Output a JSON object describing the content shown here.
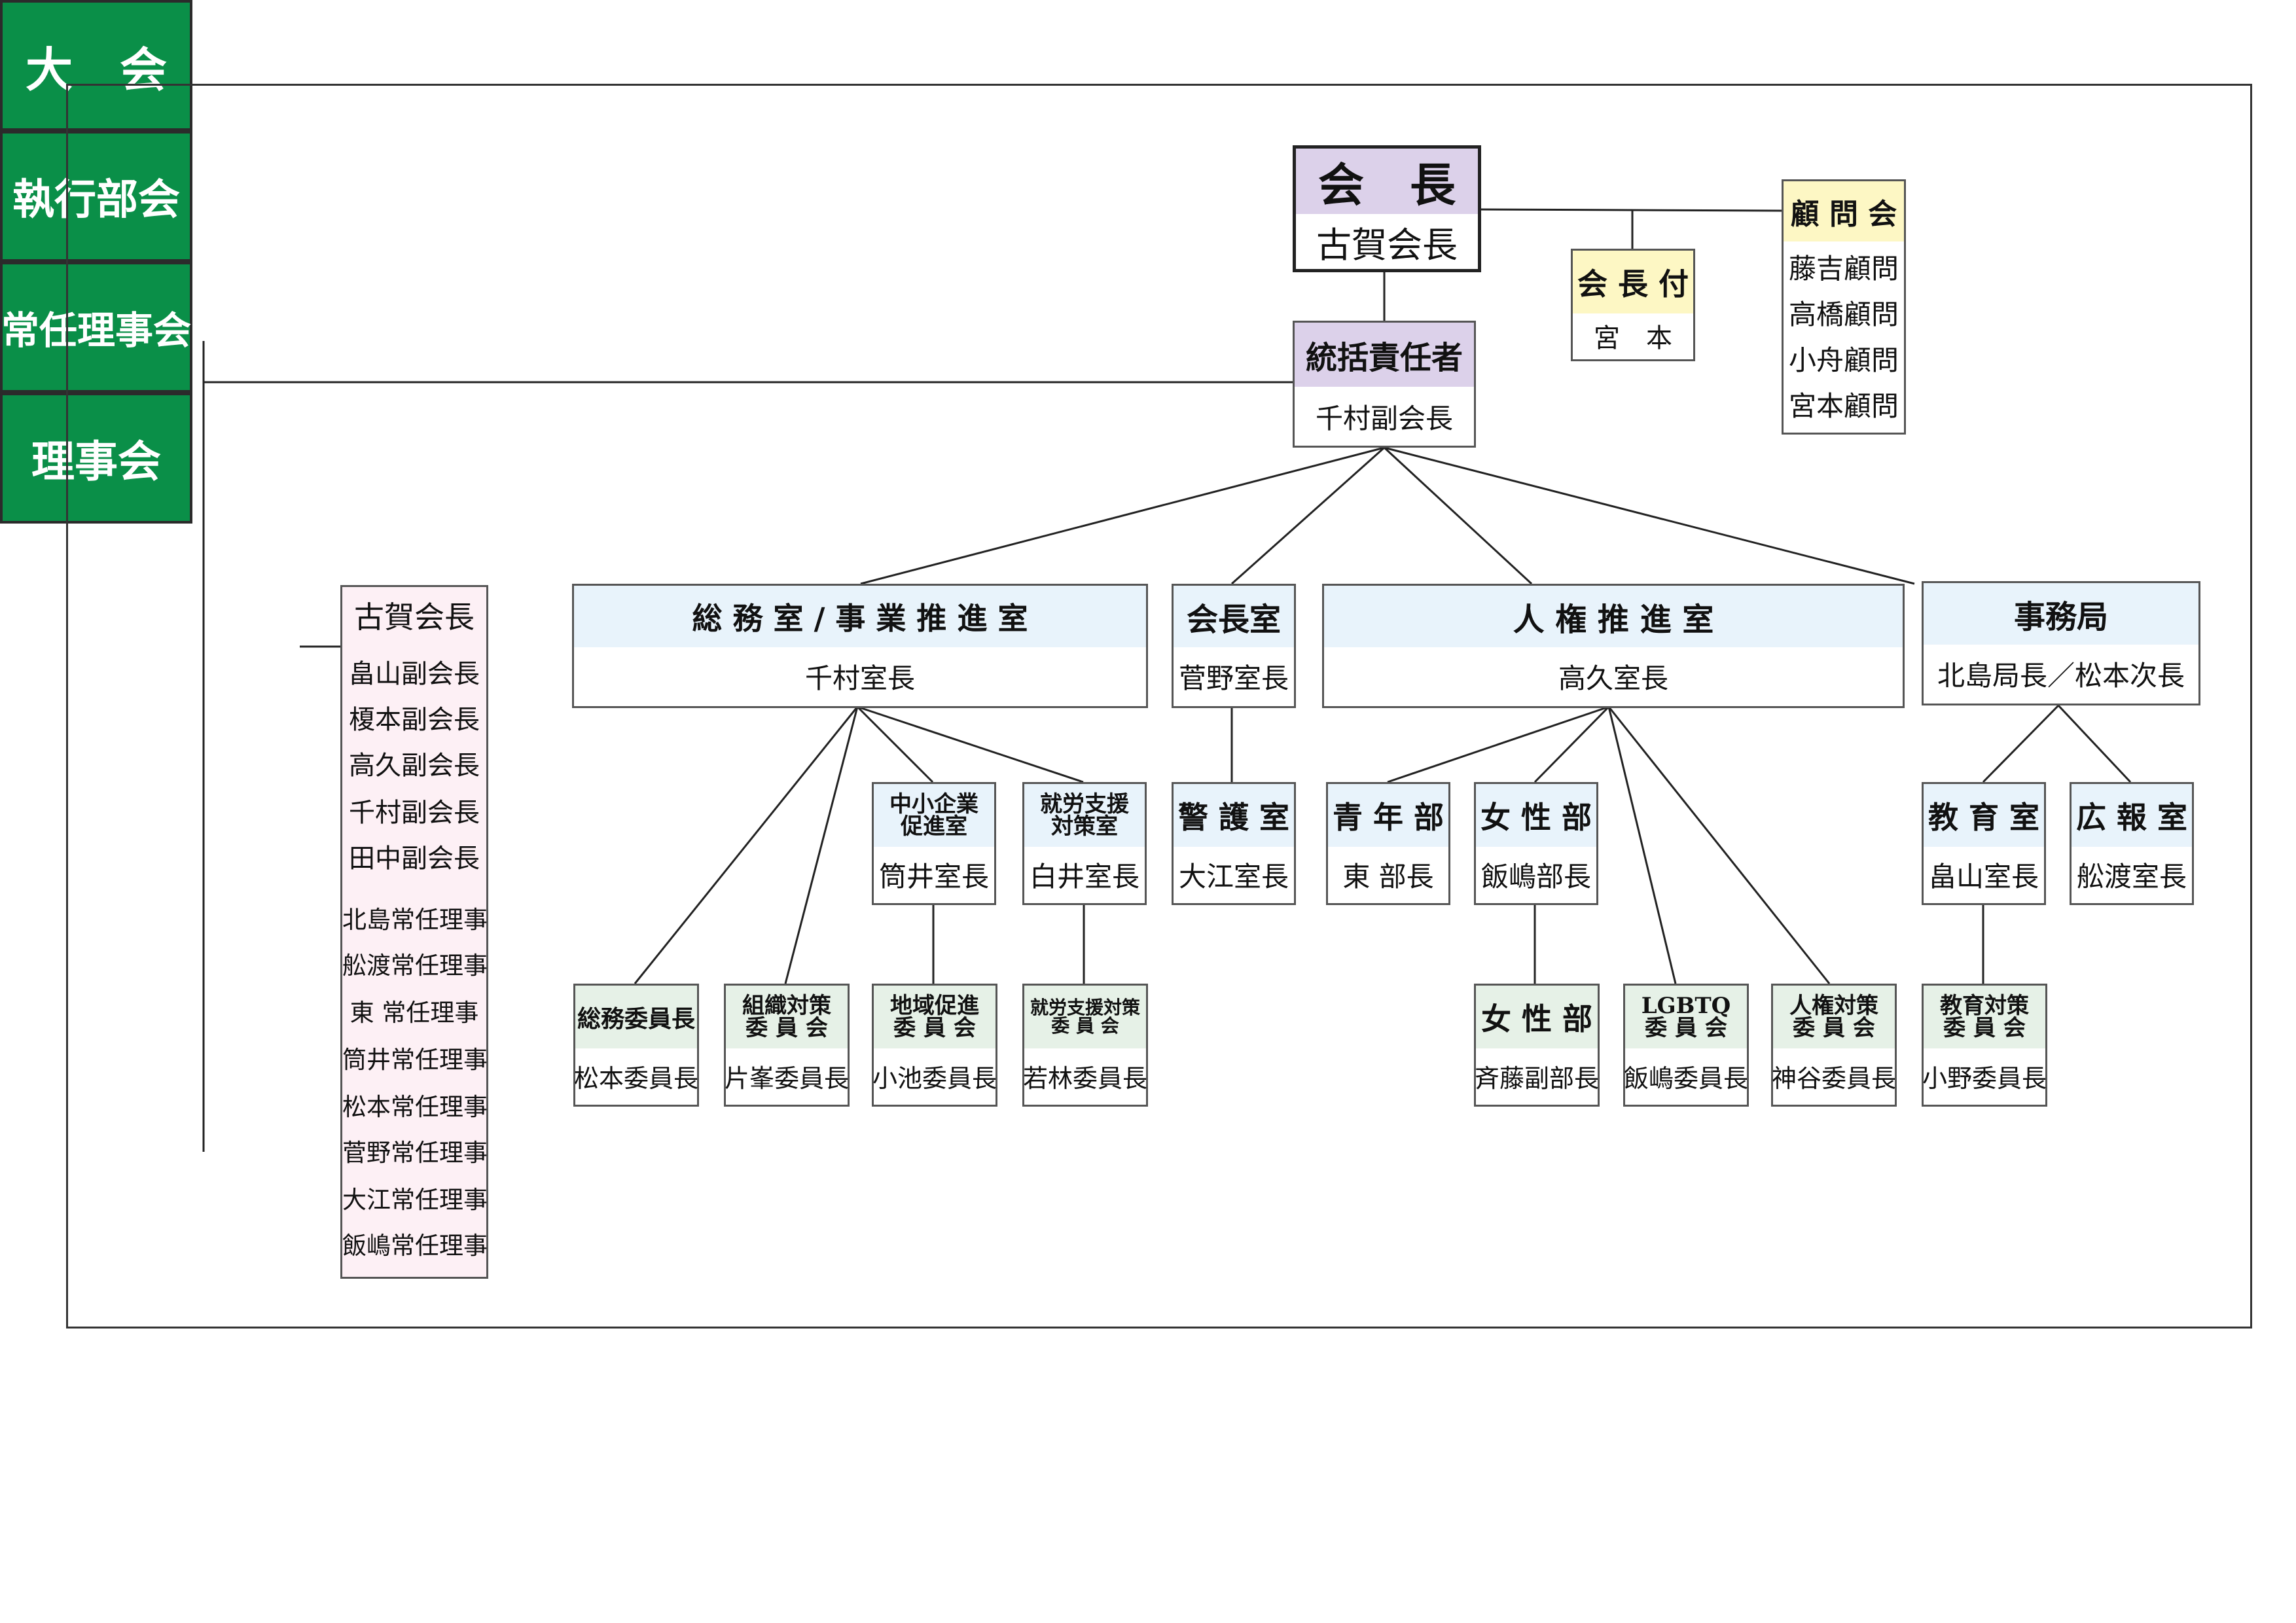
{
  "governance": {
    "congress": "大　会",
    "executive": "執行部会",
    "standing_board": "常任理事会",
    "board": "理事会"
  },
  "roster": {
    "members": [
      "古賀会長",
      "畠山副会長",
      "榎本副会長",
      "高久副会長",
      "千村副会長",
      "田中副会長",
      "北島常任理事",
      "舩渡常任理事",
      "東 常任理事",
      "筒井常任理事",
      "松本常任理事",
      "菅野常任理事",
      "大江常任理事",
      "飯嶋常任理事"
    ]
  },
  "president": {
    "title": "会　長",
    "name": "古賀会長"
  },
  "president_aide": {
    "title": "会 長 付",
    "name": "宮　本"
  },
  "advisors": {
    "title": "顧 問 会",
    "members": [
      "藤吉顧問",
      "高橋顧問",
      "小舟顧問",
      "宮本顧問"
    ]
  },
  "general_manager": {
    "title": "統括責任者",
    "name": "千村副会長"
  },
  "departments": {
    "general_affairs": {
      "title": "総 務 室 / 事 業 推 進 室",
      "head": "千村室長"
    },
    "president_office": {
      "title": "会長室",
      "head": "菅野室長"
    },
    "human_rights": {
      "title": "人 権 推 進 室",
      "head": "高久室長"
    },
    "secretariat": {
      "title": "事務局",
      "head": "北島局長／松本次長"
    }
  },
  "sub_offices": {
    "sme": {
      "title_line1": "中小企業",
      "title_line2": "促進室",
      "head": "筒井室長"
    },
    "employment": {
      "title_line1": "就労支援",
      "title_line2": "対策室",
      "head": "白井室長"
    },
    "security": {
      "title": "警 護 室",
      "head": "大江室長"
    },
    "youth": {
      "title": "青 年 部",
      "head": "東 部長"
    },
    "women": {
      "title": "女 性 部",
      "head": "飯嶋部長"
    },
    "education": {
      "title": "教 育 室",
      "head": "畠山室長"
    },
    "pr": {
      "title": "広 報 室",
      "head": "舩渡室長"
    }
  },
  "committees": {
    "general": {
      "title": "総務委員長",
      "head": "松本委員長"
    },
    "organization": {
      "title_line1": "組織対策",
      "title_line2": "委 員 会",
      "head": "片峯委員長"
    },
    "regional": {
      "title_line1": "地域促進",
      "title_line2": "委 員 会",
      "head": "小池委員長"
    },
    "employment": {
      "title_line1": "就労支援対策",
      "title_line2": "委 員 会",
      "head": "若林委員長"
    },
    "women_sub": {
      "title": "女 性 部",
      "head": "斉藤副部長"
    },
    "lgbtq": {
      "title_line1": "LGBTQ",
      "title_line2": "委 員 会",
      "head": "飯嶋委員長"
    },
    "human_rights": {
      "title_line1": "人権対策",
      "title_line2": "委 員 会",
      "head": "神谷委員長"
    },
    "education": {
      "title_line1": "教育対策",
      "title_line2": "委 員 会",
      "head": "小野委員長"
    }
  },
  "colors": {
    "governance_green": "#0a8f48",
    "president_purple": "#dcd1ea",
    "aide_yellow": "#fdf7c4",
    "roster_pink": "#fdf0f5",
    "dept_blue": "#e8f3fb",
    "committee_mint": "#e6f1e7"
  }
}
